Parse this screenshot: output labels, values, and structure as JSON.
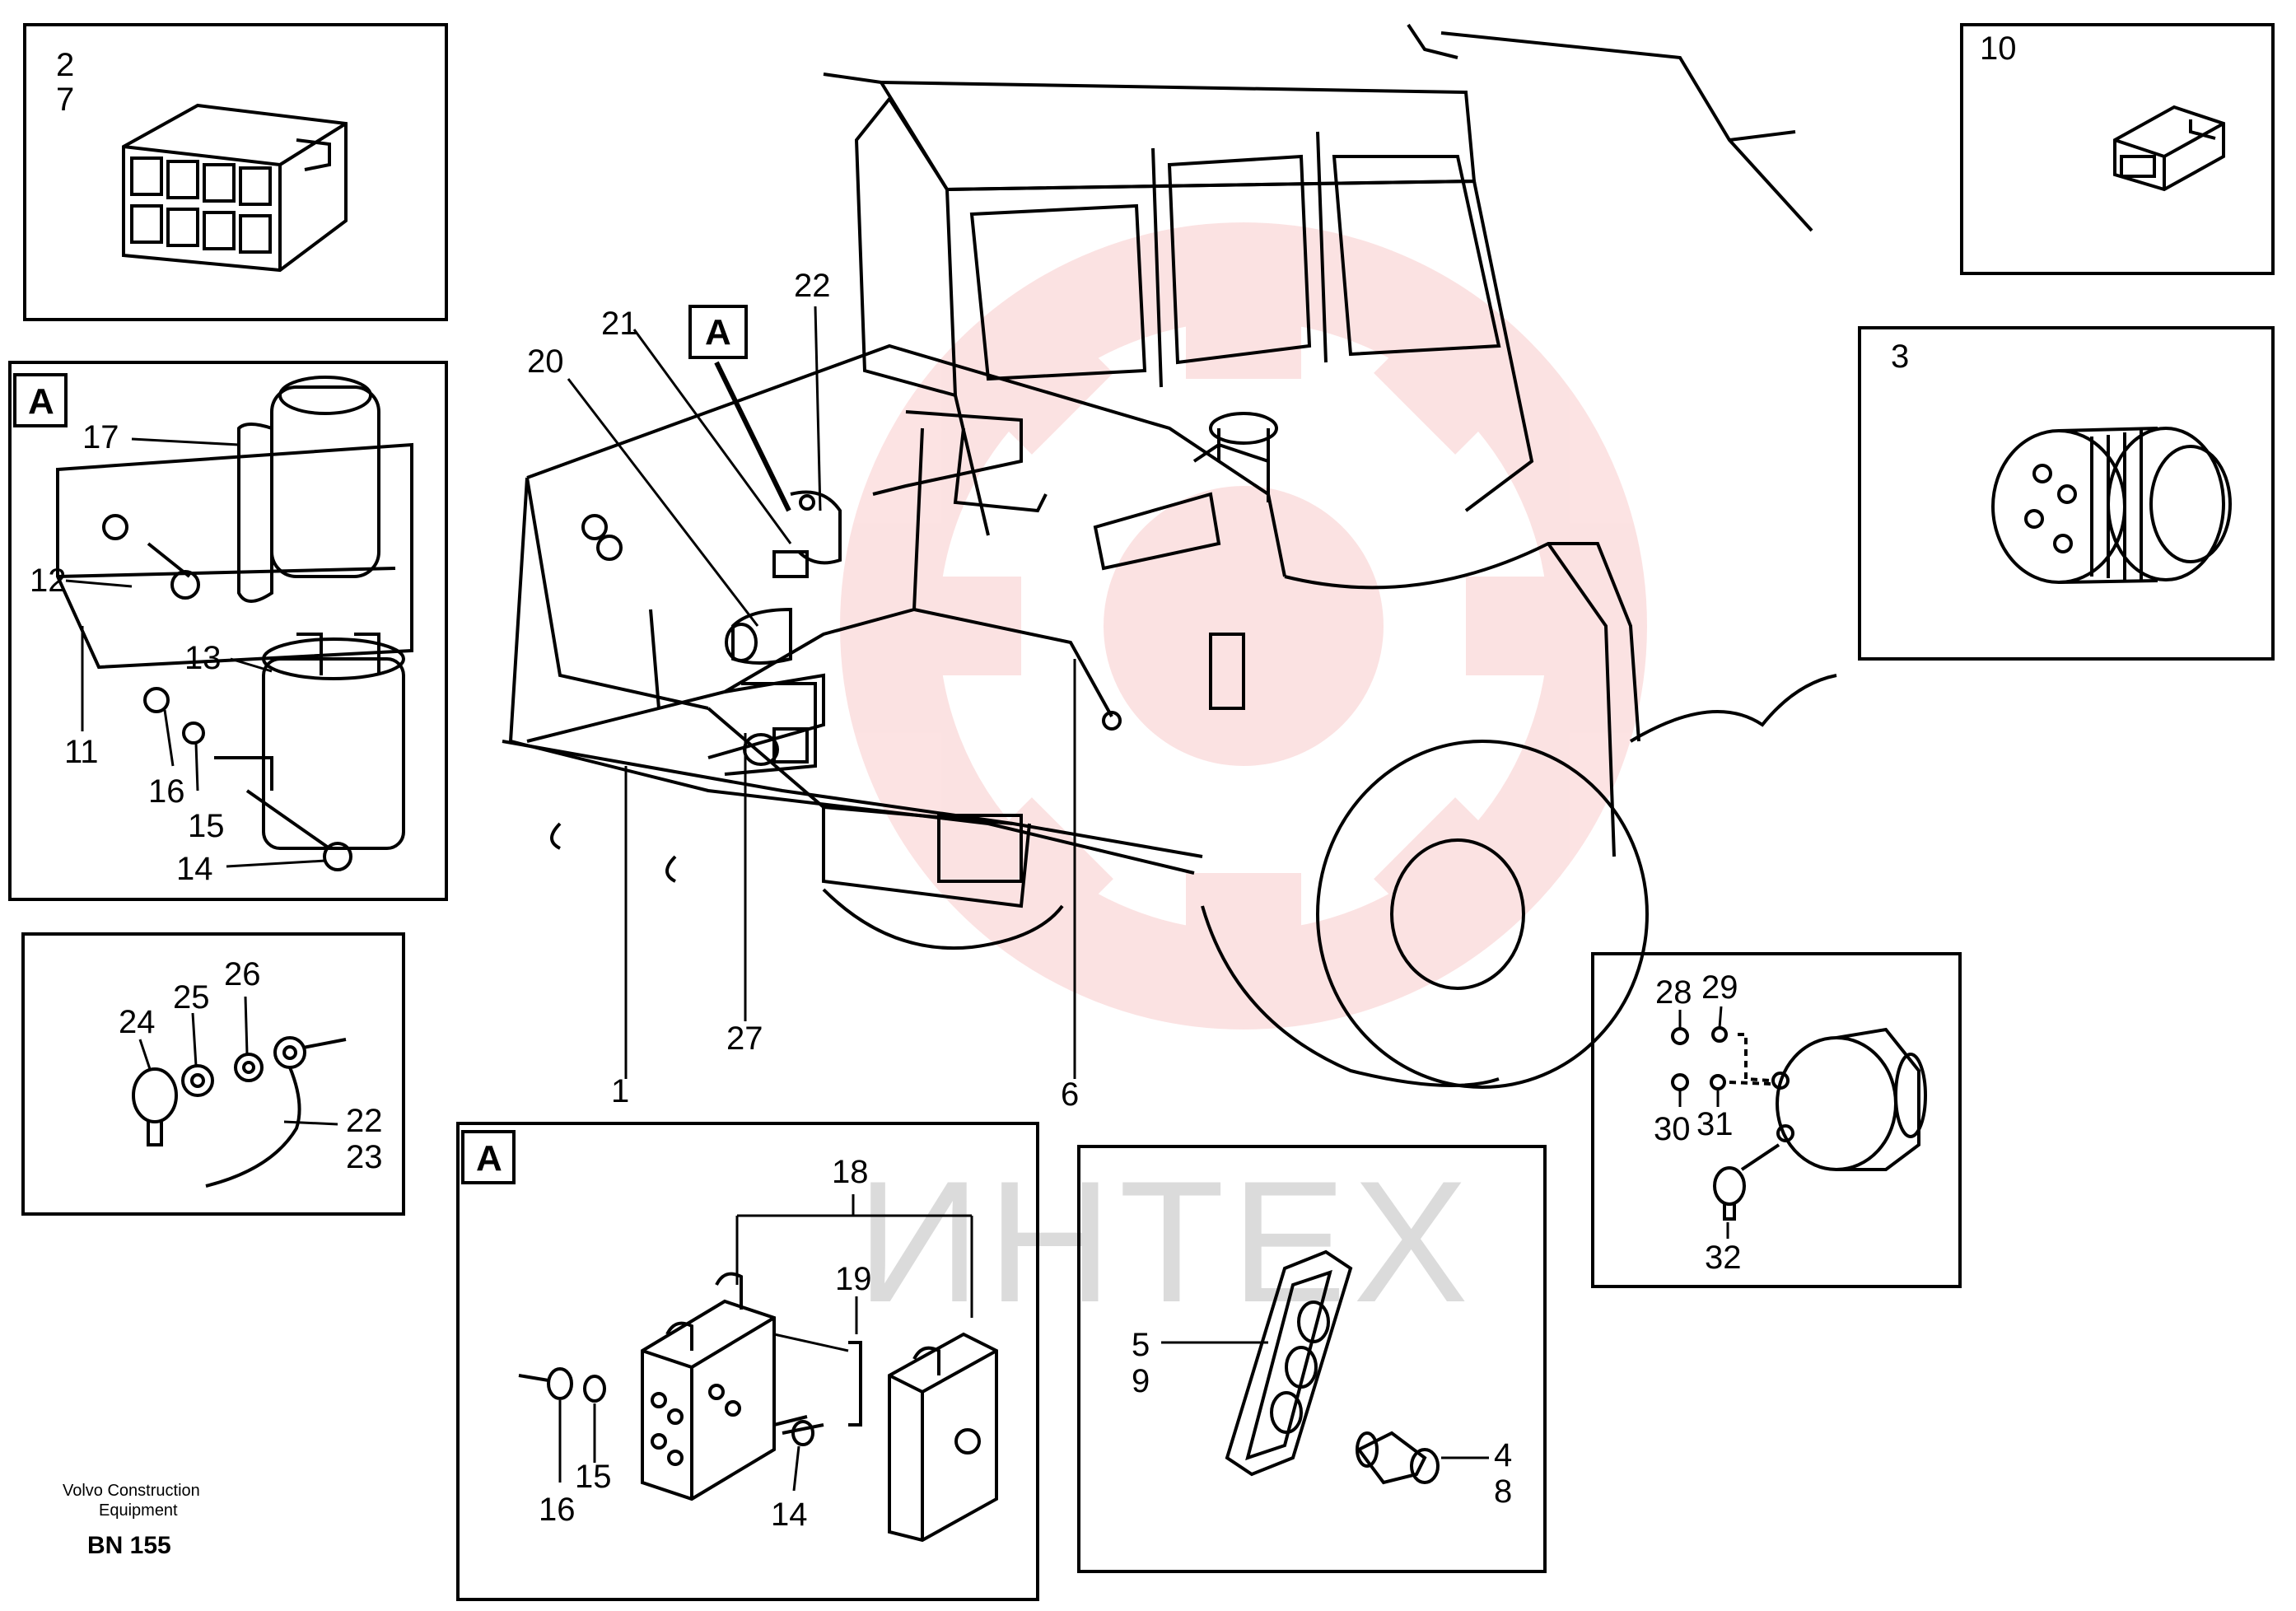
{
  "colors": {
    "line": "#000000",
    "watermark_logo": "#f08080",
    "watermark_text": "#bdbdbd"
  },
  "watermark": {
    "text": "ИНТЕХ"
  },
  "credits": {
    "line1": "Volvo Construction",
    "line2": "Equipment",
    "code": "BN 155"
  },
  "panel_tags": {
    "a": "A"
  },
  "labels": {
    "p27": [
      "2",
      "7"
    ],
    "p10": "10",
    "p3": "3",
    "pA_top": [
      "17",
      "12",
      "13",
      "11",
      "16",
      "15",
      "14"
    ],
    "p24": [
      "24",
      "25",
      "26",
      "22",
      "23"
    ],
    "pA_bottom": [
      "18",
      "19",
      "16",
      "15",
      "14"
    ],
    "p59": [
      "5",
      "9",
      "4",
      "8"
    ],
    "p28": [
      "28",
      "29",
      "30",
      "31",
      "32"
    ],
    "main": [
      "22",
      "21",
      "20",
      "1",
      "27",
      "6"
    ]
  }
}
